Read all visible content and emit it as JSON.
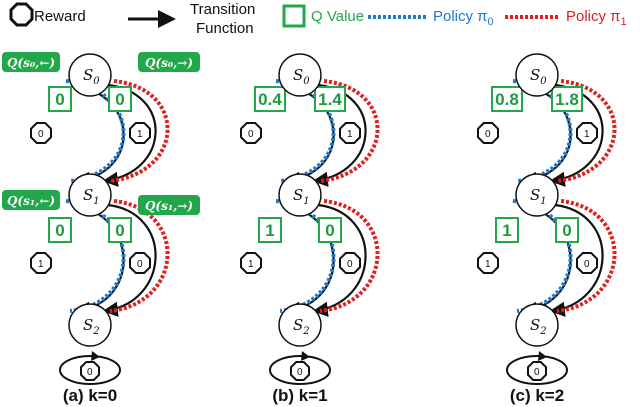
{
  "legend": {
    "reward": "Reward",
    "transition_line1": "Transition",
    "transition_line2": "Function",
    "q_value": "Q Value",
    "policy0": "Policy π",
    "policy0_sub": "0",
    "policy1": "Policy π",
    "policy1_sub": "1"
  },
  "colors": {
    "policy0": "#2277c9",
    "policy1": "#e02020",
    "q_value": "#22a84a"
  },
  "states": [
    {
      "name": "S",
      "sub": "0"
    },
    {
      "name": "S",
      "sub": "1"
    },
    {
      "name": "S",
      "sub": "2"
    }
  ],
  "callouts": [
    {
      "text": "Q(s₀,←)"
    },
    {
      "text": "Q(s₀,→)"
    },
    {
      "text": "Q(s₁,←)"
    },
    {
      "text": "Q(s₁,→)"
    }
  ],
  "panels": [
    {
      "caption": "(a) k=0",
      "q_top": [
        "0",
        "0"
      ],
      "q_mid": [
        "0",
        "0"
      ],
      "rewards_top": [
        "0",
        "1"
      ],
      "rewards_mid": [
        "1",
        "0"
      ],
      "reward_self": "0"
    },
    {
      "caption": "(b) k=1",
      "q_top": [
        "0.4",
        "1.4"
      ],
      "q_mid": [
        "1",
        "0"
      ],
      "rewards_top": [
        "0",
        "1"
      ],
      "rewards_mid": [
        "1",
        "0"
      ],
      "reward_self": "0"
    },
    {
      "caption": "(c) k=2",
      "q_top": [
        "0.8",
        "1.8"
      ],
      "q_mid": [
        "1",
        "0"
      ],
      "rewards_top": [
        "0",
        "1"
      ],
      "rewards_mid": [
        "1",
        "0"
      ],
      "reward_self": "0"
    }
  ]
}
